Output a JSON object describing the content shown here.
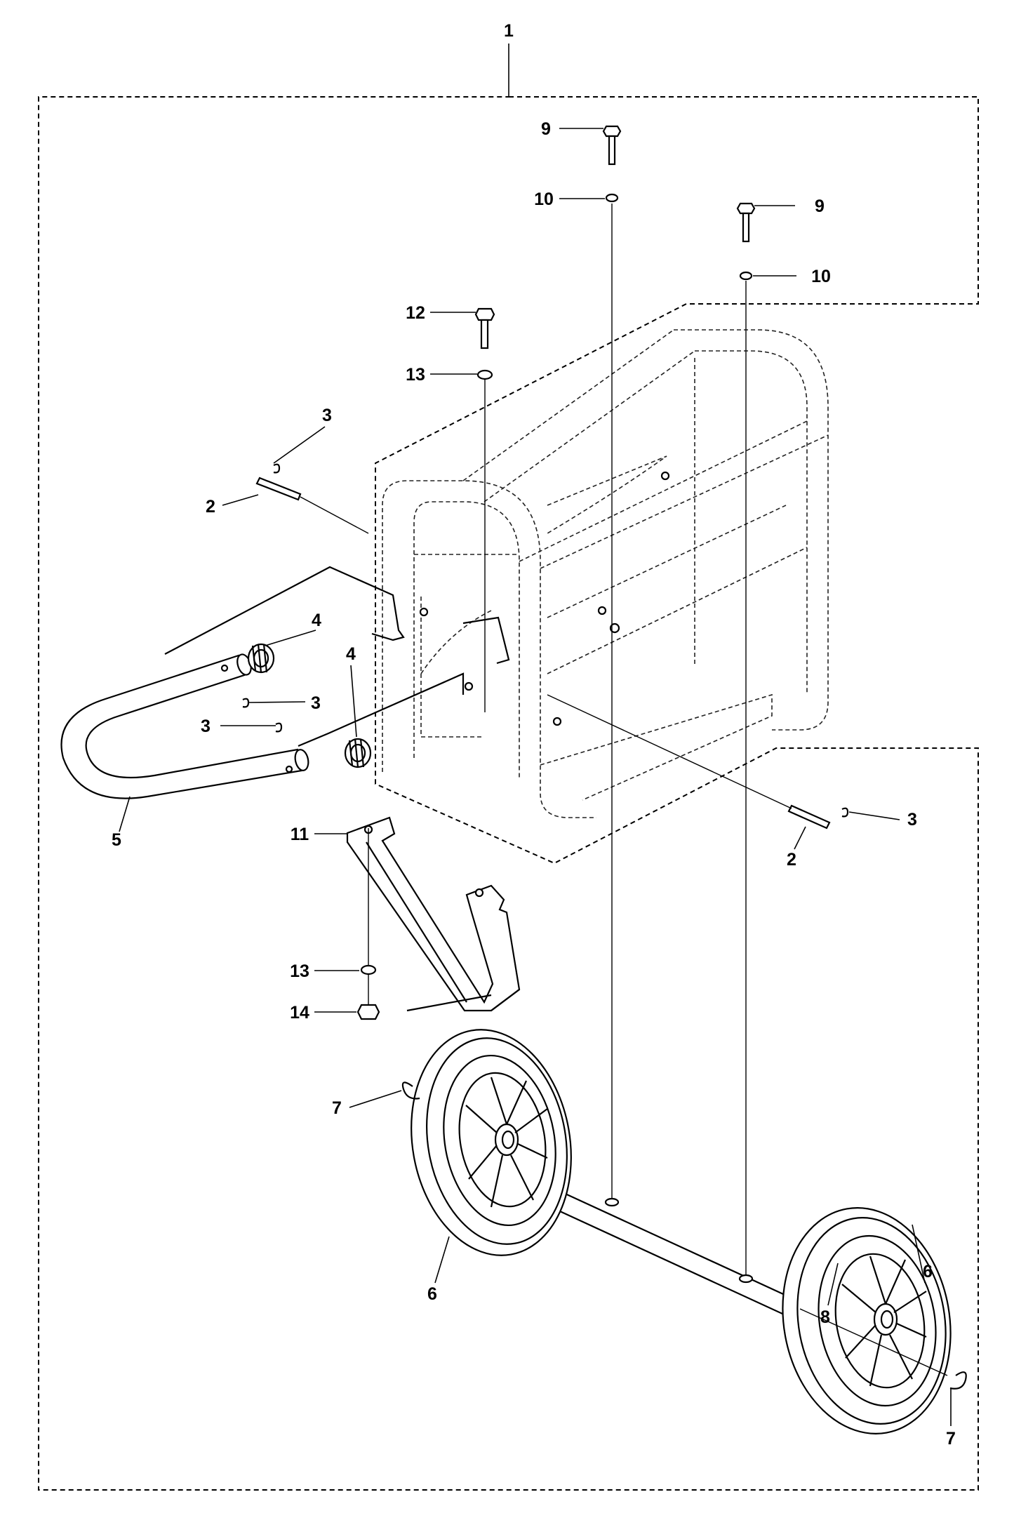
{
  "callouts": [
    {
      "id": "c1",
      "text": "1"
    },
    {
      "id": "c9a",
      "text": "9"
    },
    {
      "id": "c10a",
      "text": "10"
    },
    {
      "id": "c9b",
      "text": "9"
    },
    {
      "id": "c10b",
      "text": "10"
    },
    {
      "id": "c12",
      "text": "12"
    },
    {
      "id": "c13a",
      "text": "13"
    },
    {
      "id": "c3a",
      "text": "3"
    },
    {
      "id": "c2a",
      "text": "2"
    },
    {
      "id": "c4a",
      "text": "4"
    },
    {
      "id": "c4b",
      "text": "4"
    },
    {
      "id": "c3b",
      "text": "3"
    },
    {
      "id": "c3c",
      "text": "3"
    },
    {
      "id": "c5",
      "text": "5"
    },
    {
      "id": "c11",
      "text": "11"
    },
    {
      "id": "c3d",
      "text": "3"
    },
    {
      "id": "c2b",
      "text": "2"
    },
    {
      "id": "c13b",
      "text": "13"
    },
    {
      "id": "c14",
      "text": "14"
    },
    {
      "id": "c7a",
      "text": "7"
    },
    {
      "id": "c6a",
      "text": "6"
    },
    {
      "id": "c6b",
      "text": "6"
    },
    {
      "id": "c8",
      "text": "8"
    },
    {
      "id": "c7b",
      "text": "7"
    }
  ]
}
